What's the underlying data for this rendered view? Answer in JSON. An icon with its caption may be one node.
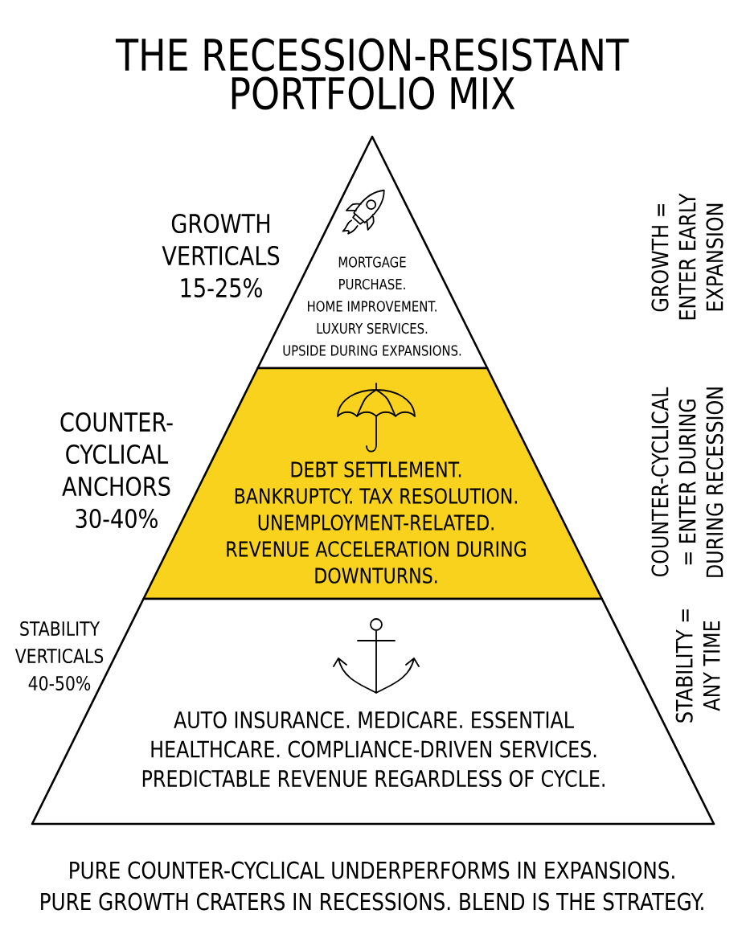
{
  "diagram": {
    "title": "THE RECESSION-RESISTANT PORTFOLIO MIX",
    "nodes": [
      {
        "text": [
          "GROWTH VERTICALS 15-25%",
          "MORTGAGE PURCHASE. HOME IMPROVEMENT. LUXURY SERVICES. UPSIDE DURING EXPANSIONS."
        ]
      },
      {
        "text": [
          "COUNTER-CYCLICAL ANCHORS 30-40%",
          "DEBT SETTLEMENT. BANKRUPTCY. TAX RESOLUTION. UNEMPLOYMENT-RELATED. REVENUE ACCELERATION DURING DOWNTURNS."
        ]
      },
      {
        "text": [
          "STABILITY VERTICALS 40-50%",
          "AUTO INSURANCE. MEDICARE. ESSENTIAL HEALTHCARE. COMPLIANCE-DRIVEN SERVICES. PREDICTABLE REVENUE REGARDLESS OF CYCLE."
        ]
      }
    ],
    "labels": [
      "GROWTH = ENTER EARLY EXPANSION",
      "COUNTER-CYCLICAL = ENTER DURING DURING RECESSION",
      "STABILITY = ANY TIME"
    ],
    "caption": "PURE COUNTER-CYCLICAL UNDERPERFORMS IN EXPANSIONS. PURE GROWTH CRATERS IN RECESSIONS. BLEND IS THE STRATEGY."
  }
}
